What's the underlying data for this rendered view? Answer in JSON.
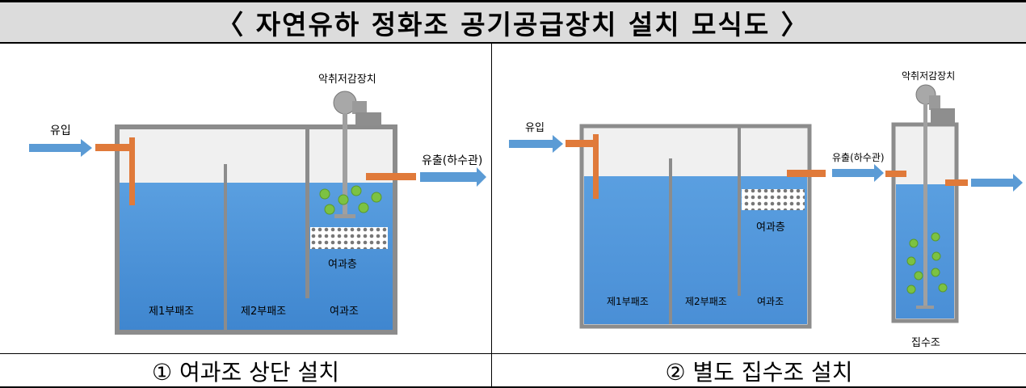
{
  "title": "〈 자연유하 정화조 공기공급장치 설치 모식도 〉",
  "left": {
    "caption": "① 여과조 상단 설치",
    "device": "악취저감장치",
    "inflow": "유입",
    "outflow": "유출(하수관)",
    "filter_layer": "여과층",
    "chambers": [
      "제1부패조",
      "제2부패조",
      "여과조"
    ]
  },
  "right": {
    "caption": "② 별도 집수조 설치",
    "device": "악취저감장치",
    "inflow": "유입",
    "outflow": "유출(하수관)",
    "filter_layer": "여과층",
    "chambers": [
      "제1부패조",
      "제2부패조",
      "여과조"
    ],
    "collection_tank": "집수조"
  },
  "colors": {
    "water": "#4a8fd6",
    "water_light": "#7fb3e8",
    "wall": "#8c8c8c",
    "pipe": "#e07a3a",
    "arrow": "#5b9bd5",
    "bubble": "#7cc242"
  }
}
